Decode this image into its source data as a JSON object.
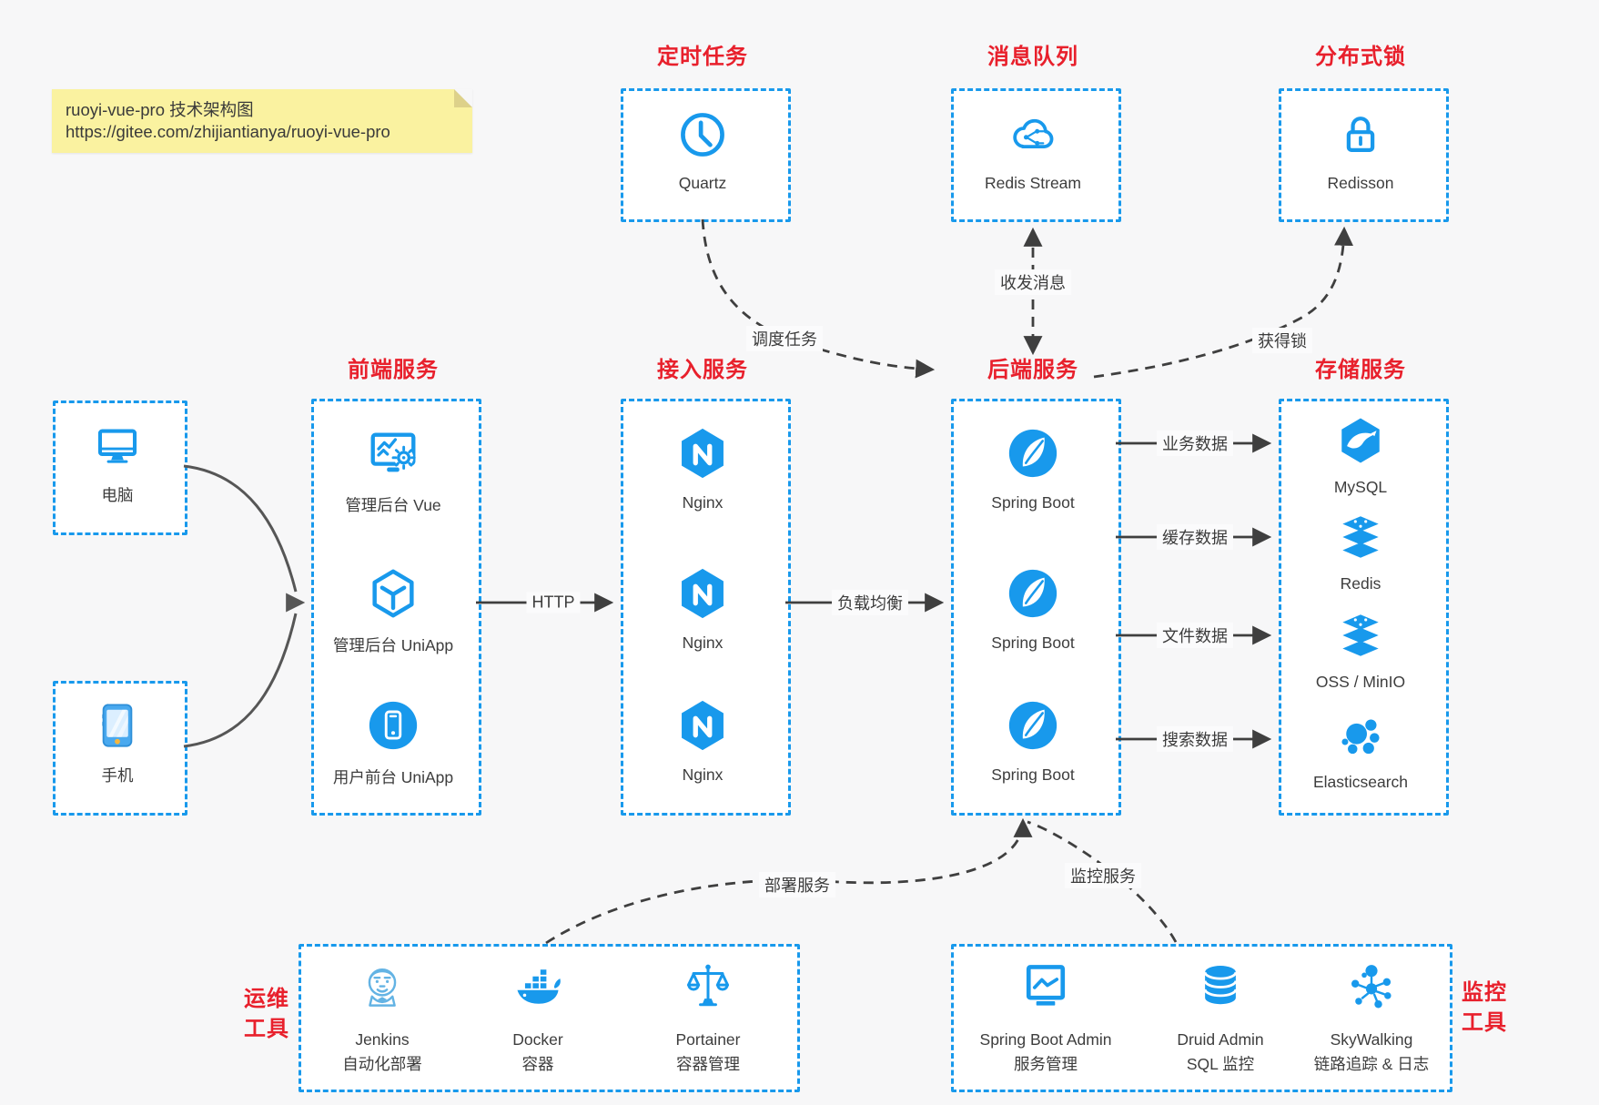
{
  "note": {
    "line1": "ruoyi-vue-pro 技术架构图",
    "line2": "https://gitee.com/zhijiantianya/ruoyi-vue-pro"
  },
  "top_groups": [
    {
      "title": "定时任务",
      "item": {
        "label": "Quartz",
        "icon": "clock-icon"
      }
    },
    {
      "title": "消息队列",
      "item": {
        "label": "Redis Stream",
        "icon": "cloud-share-icon"
      }
    },
    {
      "title": "分布式锁",
      "item": {
        "label": "Redisson",
        "icon": "lock-icon"
      }
    }
  ],
  "clients": [
    {
      "label": "电脑",
      "icon": "desktop-icon"
    },
    {
      "label": "手机",
      "icon": "phone-icon"
    }
  ],
  "columns": [
    {
      "title": "前端服务",
      "items": [
        {
          "label": "管理后台 Vue",
          "icon": "admin-screen-icon"
        },
        {
          "label": "管理后台 UniApp",
          "icon": "cube-icon"
        },
        {
          "label": "用户前台 UniApp",
          "icon": "mobile-app-icon"
        }
      ]
    },
    {
      "title": "接入服务",
      "items": [
        {
          "label": "Nginx",
          "icon": "nginx-icon"
        },
        {
          "label": "Nginx",
          "icon": "nginx-icon"
        },
        {
          "label": "Nginx",
          "icon": "nginx-icon"
        }
      ]
    },
    {
      "title": "后端服务",
      "items": [
        {
          "label": "Spring Boot",
          "icon": "spring-leaf-icon"
        },
        {
          "label": "Spring Boot",
          "icon": "spring-leaf-icon"
        },
        {
          "label": "Spring Boot",
          "icon": "spring-leaf-icon"
        }
      ]
    },
    {
      "title": "存储服务",
      "items": [
        {
          "label": "MySQL",
          "icon": "mysql-dolphin-icon"
        },
        {
          "label": "Redis",
          "icon": "redis-stack-icon"
        },
        {
          "label": "OSS / MinIO",
          "icon": "storage-stack-icon"
        },
        {
          "label": "Elasticsearch",
          "icon": "elasticsearch-cluster-icon"
        }
      ]
    }
  ],
  "bottom_groups": [
    {
      "title_line1": "运维",
      "title_line2": "工具",
      "items": [
        {
          "name": "Jenkins",
          "desc": "自动化部署",
          "icon": "jenkins-icon"
        },
        {
          "name": "Docker",
          "desc": "容器",
          "icon": "docker-whale-icon"
        },
        {
          "name": "Portainer",
          "desc": "容器管理",
          "icon": "portainer-scales-icon"
        }
      ]
    },
    {
      "title_line1": "监控",
      "title_line2": "工具",
      "items": [
        {
          "name": "Spring Boot Admin",
          "desc": "服务管理",
          "icon": "monitor-chart-icon"
        },
        {
          "name": "Druid Admin",
          "desc": "SQL 监控",
          "icon": "database-icon"
        },
        {
          "name": "SkyWalking",
          "desc": "链路追踪 & 日志",
          "icon": "skywalking-nodes-icon"
        }
      ]
    }
  ],
  "edge_labels": {
    "http": "HTTP",
    "load_balance": "负载均衡",
    "schedule": "调度任务",
    "message": "收发消息",
    "lock": "获得锁",
    "business": "业务数据",
    "cache": "缓存数据",
    "file": "文件数据",
    "search": "搜索数据",
    "deploy": "部署服务",
    "monitor": "监控服务"
  },
  "colors": {
    "accent_blue": "#1899ec",
    "title_red": "#e8202c",
    "arrow_dark": "#3f3f3f",
    "note_bg": "#faf2a0",
    "page_bg": "#f7f7f8"
  }
}
